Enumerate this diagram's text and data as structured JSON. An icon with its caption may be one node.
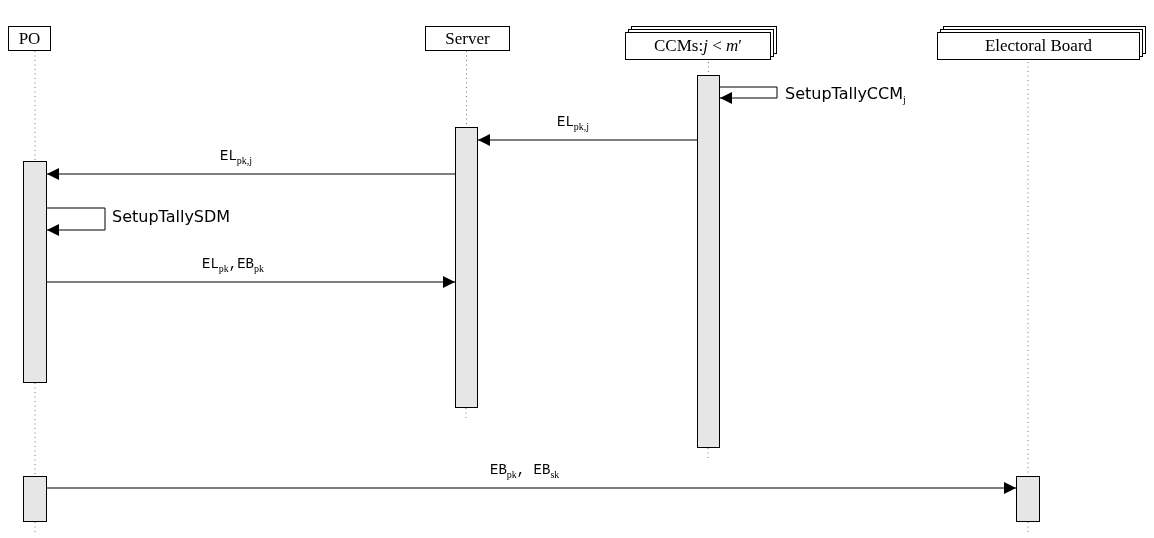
{
  "diagram": {
    "nodes": [
      {
        "text": [
          "PO"
        ]
      },
      {
        "text": [
          "Server"
        ]
      },
      {
        "text": [
          "CCMs:*j* < *m*′"
        ]
      },
      {
        "text": [
          "Electoral Board"
        ]
      },
      {
        "text": [],
        "shape": "bar"
      },
      {
        "text": [],
        "shape": "bar"
      },
      {
        "text": [],
        "shape": "bar"
      },
      {
        "text": [],
        "shape": "bar"
      },
      {
        "text": [],
        "shape": "bar"
      }
    ],
    "edges": [
      {
        "from": 4,
        "to": 4,
        "arrow": "to",
        "label": "SetupTallyCCM$_{j}$"
      },
      {
        "from": 4,
        "to": 5,
        "arrow": "to",
        "label": "EL$_{pk,j}$"
      },
      {
        "from": 5,
        "to": 6,
        "arrow": "to",
        "label": "EL$_{pk,j}$"
      },
      {
        "from": 6,
        "to": 6,
        "arrow": "to",
        "label": "SetupTallySDM"
      },
      {
        "from": 6,
        "to": 5,
        "arrow": "to",
        "label": "EL$_{pk}$,EB$_{pk}$"
      },
      {
        "from": 7,
        "to": 8,
        "arrow": "to",
        "label": "EB$_{pk}$, EB$_{sk}$"
      },
      {
        "from": 0,
        "to": 6,
        "arrow": "none",
        "style": "dashed",
        "color": "#777777"
      },
      {
        "from": 6,
        "to": 7,
        "arrow": "none",
        "style": "dashed",
        "color": "#777777"
      },
      {
        "from": 1,
        "to": 5,
        "arrow": "none",
        "style": "dashed",
        "color": "#777777"
      },
      {
        "from": 2,
        "to": 4,
        "arrow": "none",
        "style": "dashed",
        "color": "#777777"
      },
      {
        "from": 3,
        "to": 8,
        "arrow": "none",
        "style": "dashed",
        "color": "#777777"
      }
    ]
  }
}
